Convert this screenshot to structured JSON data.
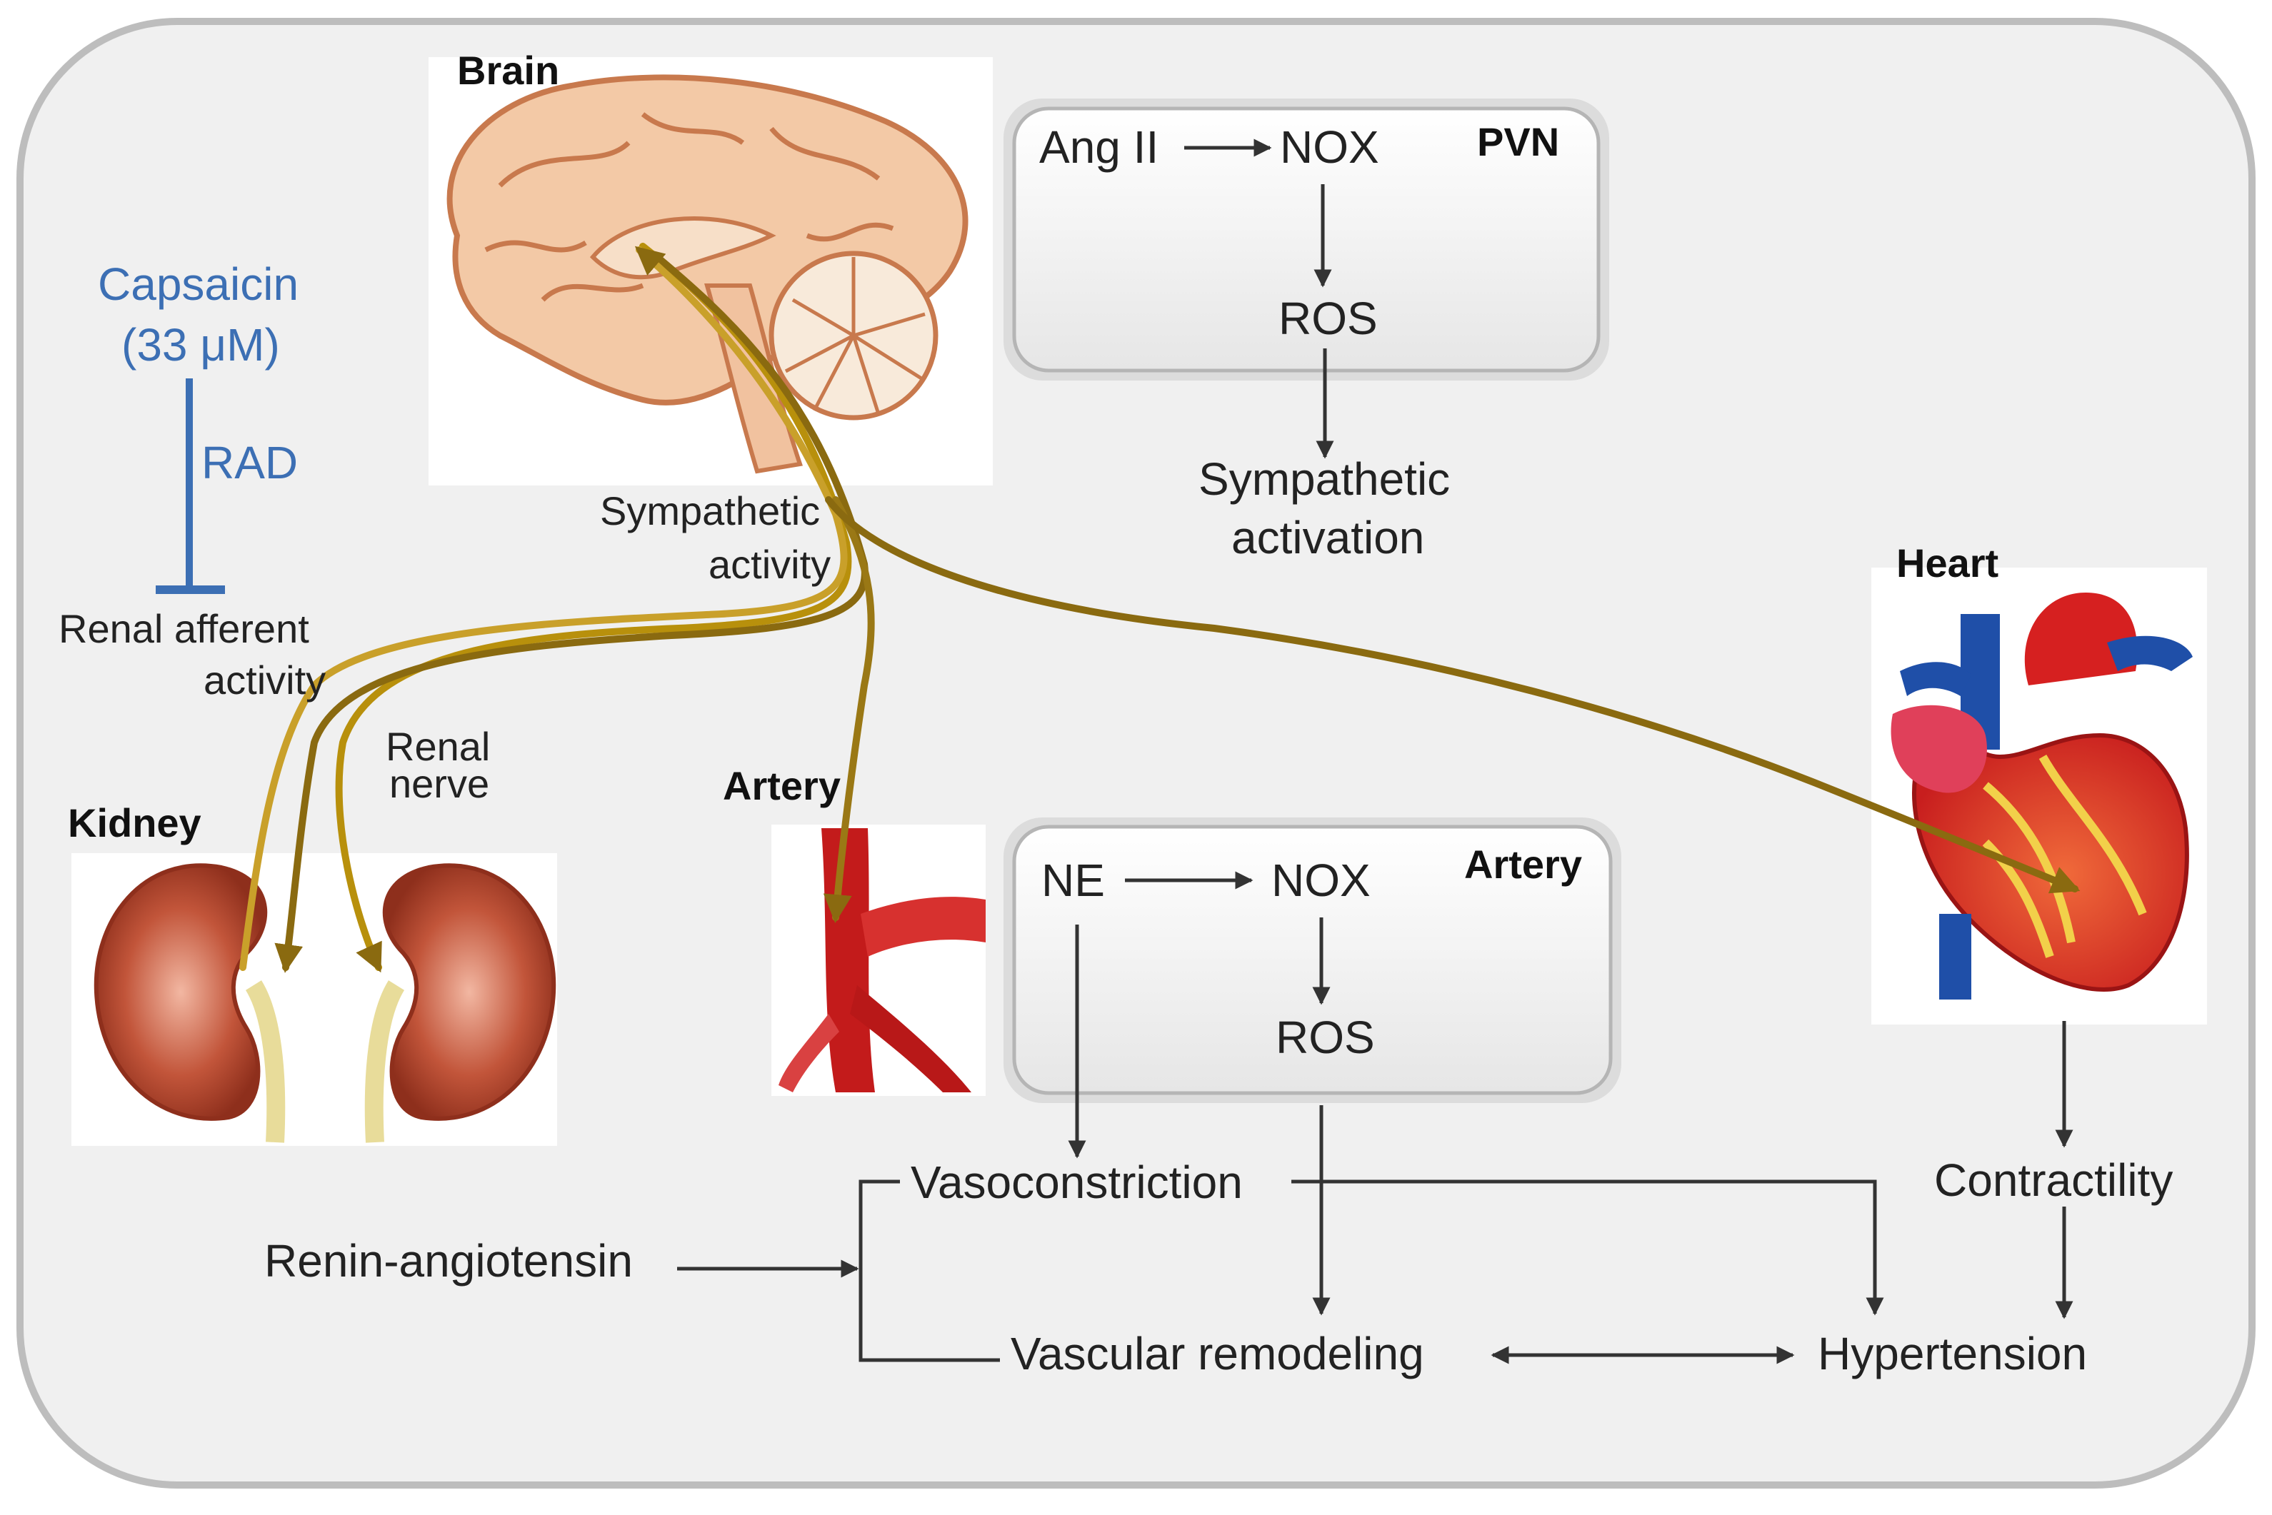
{
  "labels": {
    "brain": "Brain",
    "kidney": "Kidney",
    "artery_organ": "Artery",
    "heart": "Heart",
    "pvn_box": "PVN",
    "artery_box": "Artery"
  },
  "pvn_pathway": {
    "ang2": "Ang II",
    "nox": "NOX",
    "ros": "ROS",
    "sympathetic_line1": "Sympathetic",
    "sympathetic_line2": "activation"
  },
  "artery_pathway": {
    "ne": "NE",
    "nox": "NOX",
    "ros": "ROS"
  },
  "intervention": {
    "capsaicin_line1": "Capsaicin",
    "capsaicin_line2": "(33 μM)",
    "rad": "RAD",
    "target_line1": "Renal afferent",
    "target_line2": "activity"
  },
  "nerve_labels": {
    "sympathetic_line1": "Sympathetic",
    "sympathetic_line2": "activity",
    "renal_line1": "Renal",
    "renal_line2": "nerve"
  },
  "outcomes": {
    "vasoconstriction": "Vasoconstriction",
    "renin_angiotensin": "Renin-angiotensin",
    "vascular_remodeling": "Vascular remodeling",
    "hypertension": "Hypertension",
    "contractility": "Contractility"
  },
  "colors": {
    "frame_bg": "#f0f0f0",
    "nerve_gold": "#b8900c",
    "nerve_olive": "#8a6a10",
    "intervention_blue": "#3c6fb4",
    "arrow": "#333333"
  }
}
